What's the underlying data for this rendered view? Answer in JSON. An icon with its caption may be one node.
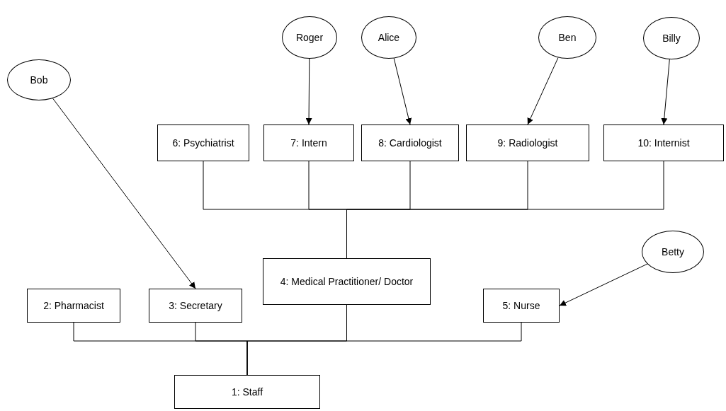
{
  "diagram": {
    "nodes": [
      {
        "text": [
          "Roger"
        ]
      },
      {
        "text": [
          "Alice"
        ]
      },
      {
        "text": [
          "Ben"
        ]
      },
      {
        "text": [
          "Billy"
        ]
      },
      {
        "text": [
          "Bob"
        ]
      },
      {
        "text": [
          "6: Psychiatrist"
        ]
      },
      {
        "text": [
          "7: Intern"
        ]
      },
      {
        "text": [
          "8: Cardiologist"
        ]
      },
      {
        "text": [
          "9: Radiologist"
        ]
      },
      {
        "text": [
          "10: Internist"
        ]
      },
      {
        "text": [
          "Betty"
        ]
      },
      {
        "text": [
          "2: Pharmacist"
        ]
      },
      {
        "text": [
          "3: Secretary"
        ]
      },
      {
        "text": [
          "4: Medical Practitioner/ Doctor"
        ]
      },
      {
        "text": [
          "5: Nurse"
        ]
      },
      {
        "text": [
          "1: Staff"
        ]
      }
    ],
    "edges": [
      {
        "from": 15,
        "to": 11,
        "arrow": "none"
      },
      {
        "from": 15,
        "to": 12,
        "arrow": "none"
      },
      {
        "from": 15,
        "to": 13,
        "arrow": "none"
      },
      {
        "from": 15,
        "to": 14,
        "arrow": "none"
      },
      {
        "from": 13,
        "to": 5,
        "arrow": "none"
      },
      {
        "from": 13,
        "to": 6,
        "arrow": "none"
      },
      {
        "from": 13,
        "to": 7,
        "arrow": "none"
      },
      {
        "from": 13,
        "to": 8,
        "arrow": "none"
      },
      {
        "from": 13,
        "to": 9,
        "arrow": "none"
      },
      {
        "from": 4,
        "to": 12,
        "arrow": "to"
      },
      {
        "from": 0,
        "to": 6,
        "arrow": "to"
      },
      {
        "from": 1,
        "to": 7,
        "arrow": "to"
      },
      {
        "from": 2,
        "to": 8,
        "arrow": "to"
      },
      {
        "from": 3,
        "to": 9,
        "arrow": "to"
      },
      {
        "from": 10,
        "to": 14,
        "arrow": "to"
      }
    ]
  }
}
